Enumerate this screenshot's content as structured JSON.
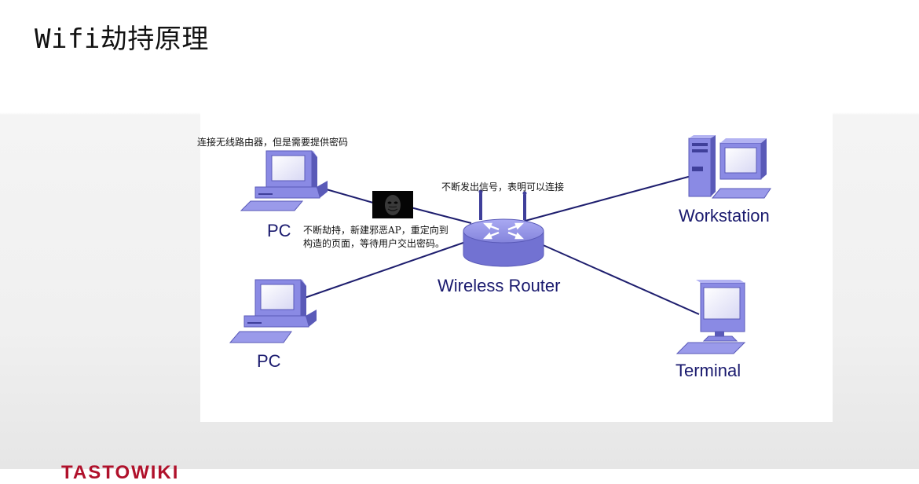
{
  "slide": {
    "title": "Wifi劫持原理"
  },
  "diagram": {
    "nodes": {
      "pc_top": "PC",
      "pc_bottom": "PC",
      "router": "Wireless Router",
      "workstation": "Workstation",
      "terminal": "Terminal"
    },
    "notes": {
      "connect": "连接无线路由器，但是需要提供密码",
      "signal": "不断发出信号，表明可以连接",
      "hijack": "不断劫持，新建邪恶AP，重定向到构造的页面，等待用户交出密码。"
    },
    "icons": {
      "attacker": "anonymous-mask-icon",
      "router": "wireless-router-icon"
    },
    "colors": {
      "device": "#8f8fe8",
      "device_dark": "#5a5ab8",
      "link": "#1e1e6e",
      "label": "#1a1a6e"
    }
  },
  "footer": {
    "logo_text": "TASTOWIKI"
  }
}
